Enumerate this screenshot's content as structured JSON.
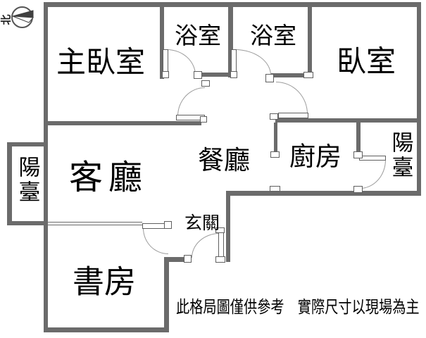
{
  "compass": {
    "label": "北",
    "direction": "left"
  },
  "rooms": [
    {
      "id": "master-bedroom",
      "label": "主臥室"
    },
    {
      "id": "bathroom-1",
      "label": "浴室"
    },
    {
      "id": "bathroom-2",
      "label": "浴室"
    },
    {
      "id": "bedroom",
      "label": "臥室"
    },
    {
      "id": "balcony-left",
      "label": "陽臺"
    },
    {
      "id": "living-room",
      "label": "客廳"
    },
    {
      "id": "dining-room",
      "label": "餐廳"
    },
    {
      "id": "kitchen",
      "label": "廚房"
    },
    {
      "id": "balcony-right",
      "label": "陽臺"
    },
    {
      "id": "entry",
      "label": "玄關"
    },
    {
      "id": "study",
      "label": "書房"
    }
  ],
  "disclaimer": "此格局圖僅供參考　實際尺寸以現場為主",
  "colors": {
    "wall": "#6b6b6b",
    "door_arc": "#9c9c9c",
    "text": "#000000",
    "background": "#ffffff"
  }
}
